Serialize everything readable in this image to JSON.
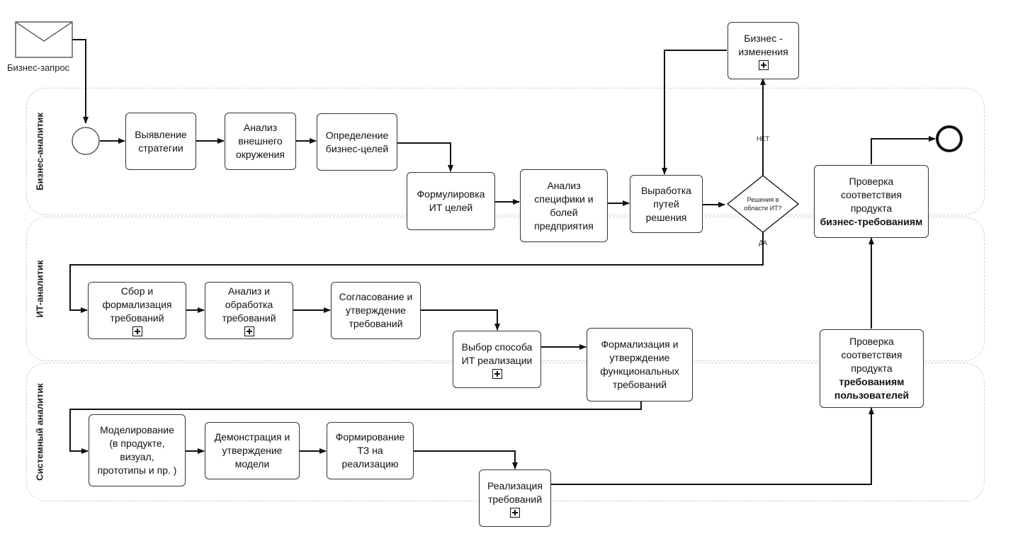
{
  "lanes": [
    {
      "label": "Бизнес-аналитик"
    },
    {
      "label": "ИТ-аналитик"
    },
    {
      "label": "Системный аналитик"
    }
  ],
  "start_message": {
    "label": "Бизнес-запрос"
  },
  "tasks": {
    "strategy": {
      "text": "Выявление\nстратегии"
    },
    "env_analysis": {
      "text": "Анализ\nвнешнего\nокружения"
    },
    "business_goals": {
      "text": "Определение\nбизнес-целей"
    },
    "it_goals": {
      "text": "Формулировка\nИТ целей"
    },
    "enterprise_analysis": {
      "text": "Анализ\nспецифики и\nболей\nпредприятия"
    },
    "solution_paths": {
      "text": "Выработка\nпутей\nрешения"
    },
    "business_changes": {
      "text": "Бизнес -\nизменения"
    },
    "check_business": {
      "text": "Проверка\nсоответствия\nпродукта",
      "bold": "бизнес-требованиям"
    },
    "collect_reqs": {
      "text": "Сбор и\nформализация\nтребований"
    },
    "analyze_reqs": {
      "text": "Анализ и\nобработка\nтребований"
    },
    "approve_reqs": {
      "text": "Согласование и\nутверждение\nтребований"
    },
    "choose_method": {
      "text": "Выбор способа\nИТ реализации"
    },
    "func_reqs": {
      "text": "Формализация и\nутверждение\nфункциональных\nтребований"
    },
    "check_users": {
      "text": "Проверка\nсоответствия\nпродукта",
      "bold": "требованиям\nпользователей"
    },
    "modeling": {
      "text": "Моделирование\n(в продукте,\nвизуал,\nпрототипы и пр. )"
    },
    "demo": {
      "text": "Демонстрация и\nутверждение\nмодели"
    },
    "spec": {
      "text": "Формирование\nТЗ на\nреализацию"
    },
    "implementation": {
      "text": "Реализация\nтребований"
    }
  },
  "gateway": {
    "question": "Решения в\nобласти ИТ?",
    "no_label": "НЕТ",
    "yes_label": "ДА"
  }
}
